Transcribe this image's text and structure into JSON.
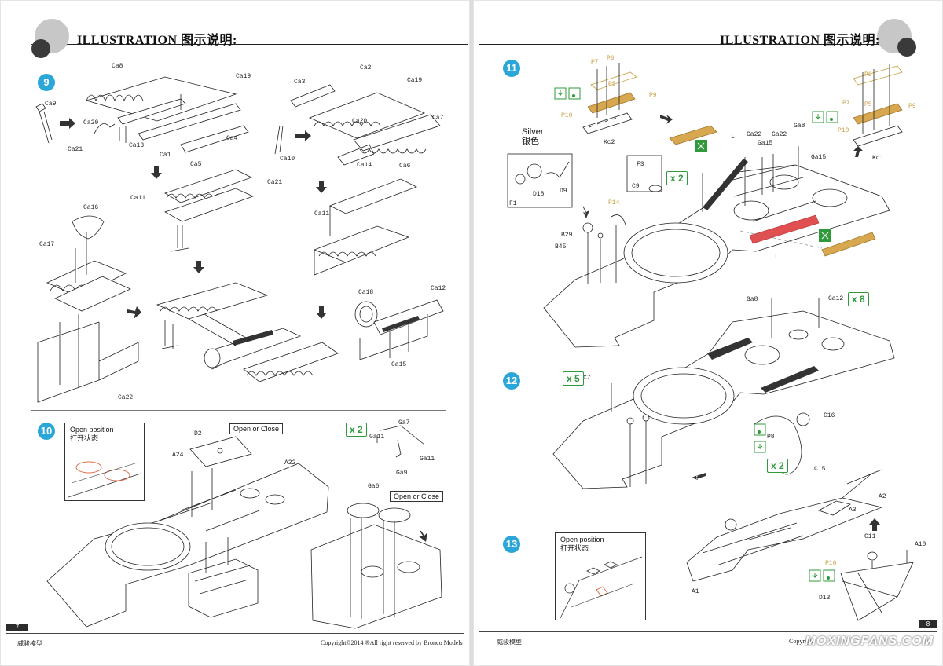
{
  "header": {
    "title": "ILLUSTRATION 图示说明:"
  },
  "left_page": {
    "page_number": "7",
    "footer_brand": "威骏模型",
    "copyright": "Copyright©2014 ®All right reserved by Bronco Models",
    "step9": {
      "number": "9",
      "labels": [
        "Ca8",
        "Ca19",
        "Ca9",
        "Ca20",
        "Ca13",
        "Ca1",
        "Ca4",
        "Ca21",
        "Ca5",
        "Ca11",
        "Ca16",
        "Ca17",
        "Ca22",
        "Ca3",
        "Ca2",
        "Ca19",
        "Ca20",
        "Ca7",
        "Ca10",
        "Ca14",
        "Ca6",
        "Ca21",
        "Ca11",
        "Ca18",
        "Ca12",
        "Ca15"
      ]
    },
    "step10": {
      "number": "10",
      "inset_caption_en": "Open position",
      "inset_caption_cn": "打开状态",
      "open_or_close_1": "Open or Close",
      "open_or_close_2": "Open or Close",
      "multiplier": "x 2",
      "labels": [
        "D2",
        "A24",
        "A22",
        "Ga7",
        "Ga11",
        "Ga11",
        "Ga9",
        "Ga6"
      ]
    }
  },
  "right_page": {
    "page_number": "8",
    "footer_brand": "威骏模型",
    "copyright": "Copyright",
    "watermark": "MOXINGFANS.COM",
    "step11": {
      "number": "11",
      "silver_en": "Silver",
      "silver_cn": "银色",
      "multiplier": "x 2",
      "labels": [
        "P7",
        "P6",
        "P5",
        "P9",
        "P10",
        "Kc2",
        "P6",
        "P7",
        "P5",
        "P9",
        "P10",
        "Kc1",
        "L",
        "Ga22",
        "Ga22",
        "Ga8",
        "Ga15",
        "Ga15",
        "F3",
        "C9",
        "F1",
        "D18",
        "D9",
        "P14",
        "B29",
        "B45",
        "L"
      ]
    },
    "step12": {
      "number": "12",
      "multiplier_a": "x 8",
      "multiplier_b": "x 5",
      "multiplier_c": "x 2",
      "labels": [
        "Ga8",
        "Ga12",
        "C7",
        "C16",
        "P8",
        "C15",
        "A2",
        "A3",
        "A1"
      ]
    },
    "step13": {
      "number": "13",
      "inset_caption_en": "Open position",
      "inset_caption_cn": "打开状态",
      "labels": [
        "C11",
        "A10",
        "P16",
        "D13"
      ]
    }
  }
}
